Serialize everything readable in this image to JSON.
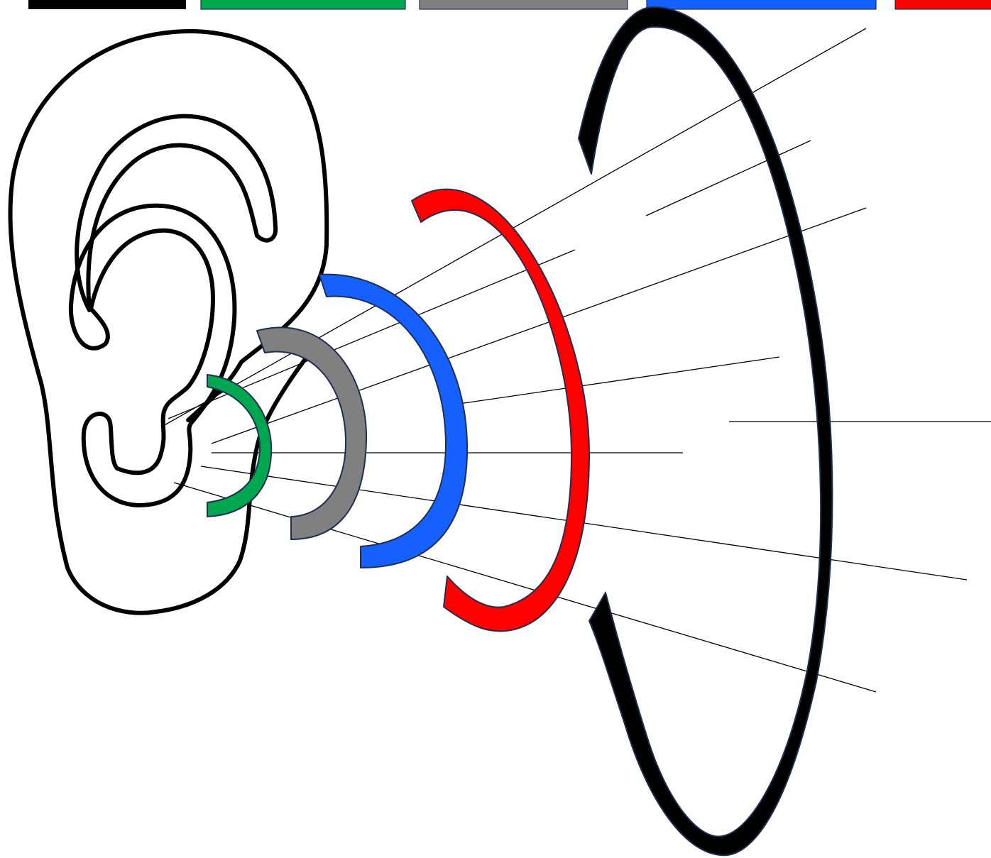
{
  "diagram": {
    "description_free": true,
    "legend_swatches": [
      {
        "name": "black",
        "color": "#000000"
      },
      {
        "name": "green",
        "color": "#00a650"
      },
      {
        "name": "gray",
        "color": "#808080"
      },
      {
        "name": "blue",
        "color": "#1560ff"
      },
      {
        "name": "red",
        "color": "#ff0000"
      }
    ],
    "arcs": [
      {
        "name": "green",
        "color": "#00a650"
      },
      {
        "name": "gray",
        "color": "#808080"
      },
      {
        "name": "blue",
        "color": "#1560ff"
      },
      {
        "name": "red",
        "color": "#ff0000"
      },
      {
        "name": "black",
        "color": "#000000"
      }
    ],
    "outline_color": "#1f2f50",
    "icons": [
      "ear-icon"
    ]
  }
}
